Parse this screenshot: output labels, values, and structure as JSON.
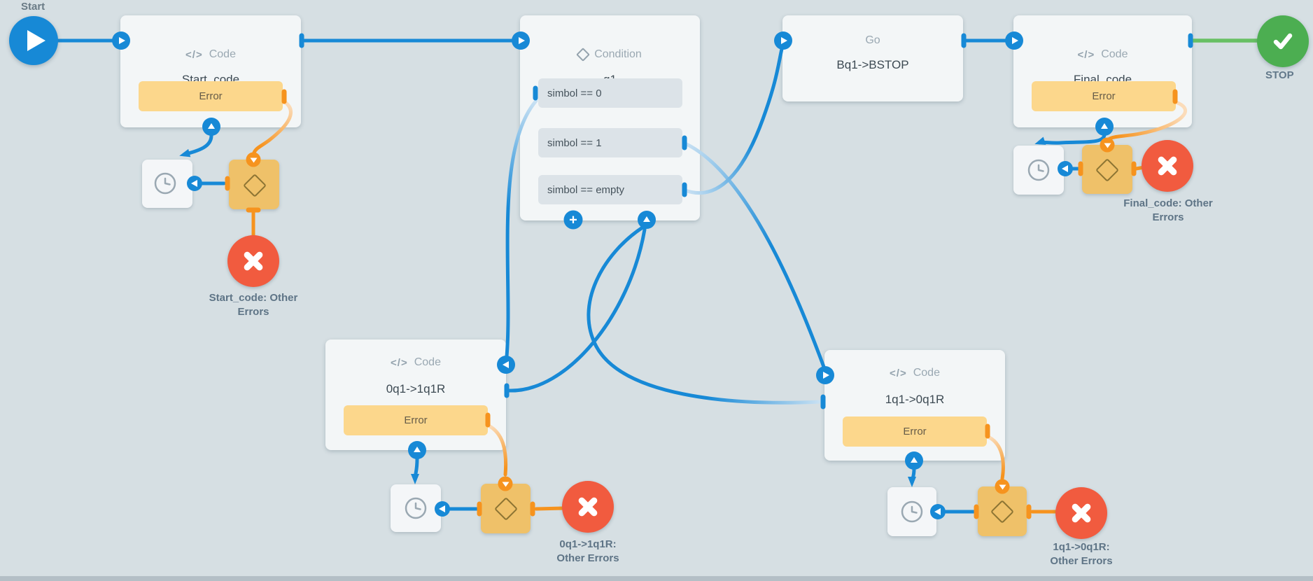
{
  "colors": {
    "background": "#d6dfe3",
    "card": "#f3f6f7",
    "accent_blue": "#1789d6",
    "accent_orange": "#f6931e",
    "diamond_tan": "#efc169",
    "error_red": "#f15b3f",
    "stop_green": "#4cae51",
    "green_wire": "#68c064",
    "error_button_bg": "#fcd78c",
    "condition_row_bg": "#dce3e8",
    "header_text": "#9aa8b2",
    "title_text": "#3d4a53",
    "group_label_text": "#5e7486"
  },
  "icons": {
    "code_glyph": "</>"
  },
  "start": {
    "label": "Start"
  },
  "stop": {
    "label": "STOP"
  },
  "nodes": {
    "start_code": {
      "type_label": "Code",
      "title": "Start_code",
      "error_label": "Error"
    },
    "q1": {
      "type_label": "Condition",
      "title": "q1",
      "conditions": [
        "simbol == 0",
        "simbol == 1",
        "simbol == empty"
      ],
      "add_label": "+"
    },
    "go": {
      "type_label": "Go",
      "title": "Bq1->BSTOP"
    },
    "final_code": {
      "type_label": "Code",
      "title": "Final_code",
      "error_label": "Error"
    },
    "code_0q1": {
      "type_label": "Code",
      "title": "0q1->1q1R",
      "error_label": "Error"
    },
    "code_1q1": {
      "type_label": "Code",
      "title": "1q1->0q1R",
      "error_label": "Error"
    }
  },
  "error_groups": {
    "start_code": {
      "line1": "Start_code: Other",
      "line2": "Errors"
    },
    "final_code": {
      "line1": "Final_code: Other",
      "line2": "Errors"
    },
    "code_0q1": {
      "line1": "0q1->1q1R:",
      "line2": "Other Errors"
    },
    "code_1q1": {
      "line1": "1q1->0q1R:",
      "line2": "Other Errors"
    }
  }
}
